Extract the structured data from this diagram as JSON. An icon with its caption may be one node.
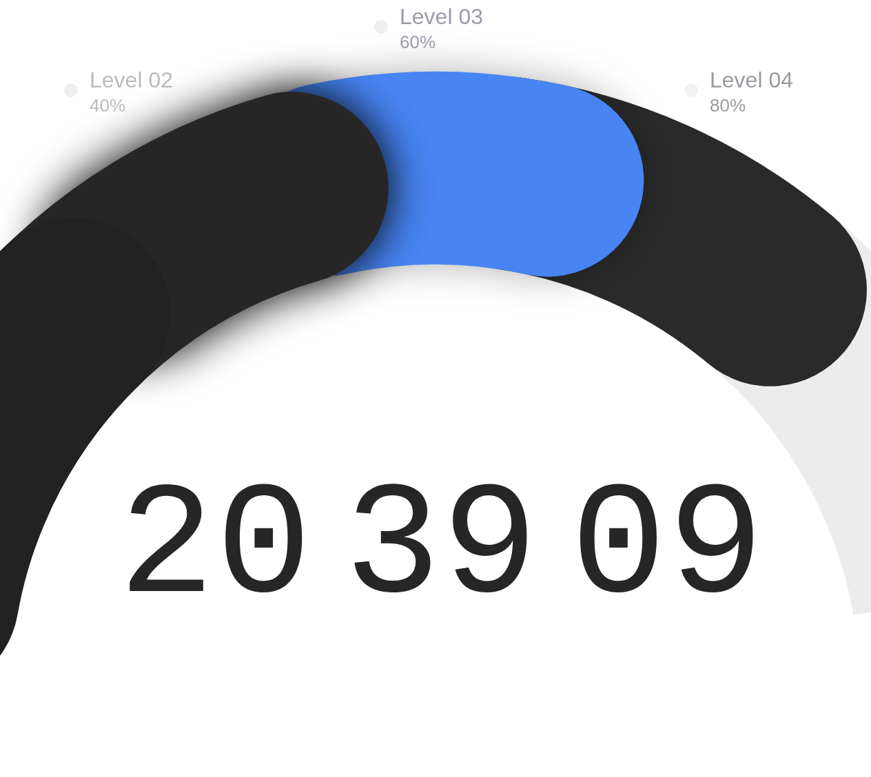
{
  "diagram": {
    "labels": [
      "Level 02",
      "40%",
      "Level 03",
      "60%",
      "Level 04",
      "80%",
      "20",
      "39",
      "09"
    ]
  }
}
